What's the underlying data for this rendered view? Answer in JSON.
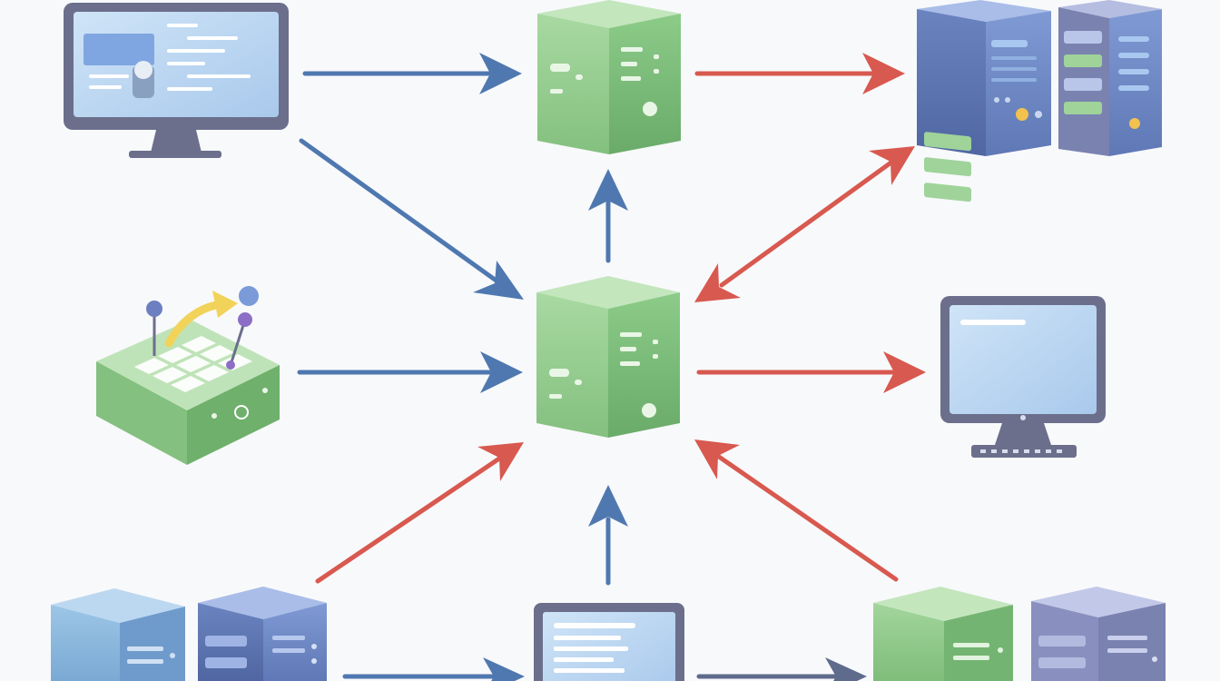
{
  "diagram": {
    "nodes": [
      {
        "id": "monitor-top-left",
        "kind": "monitor",
        "icon": "monitor-icon",
        "screen_style": "code"
      },
      {
        "id": "cube-top",
        "kind": "cube",
        "icon": "cube-server-icon"
      },
      {
        "id": "servers-top-right",
        "kind": "server-pair",
        "icon": "server-rack-icon"
      },
      {
        "id": "grid-board",
        "kind": "board",
        "icon": "grid-board-icon"
      },
      {
        "id": "cube-center",
        "kind": "cube",
        "icon": "cube-server-icon"
      },
      {
        "id": "monitor-right",
        "kind": "monitor",
        "icon": "monitor-icon",
        "screen_style": "plain"
      },
      {
        "id": "servers-bottom-left",
        "kind": "server-pair",
        "icon": "server-rack-icon"
      },
      {
        "id": "monitor-bottom-center",
        "kind": "monitor",
        "icon": "monitor-icon",
        "screen_style": "text"
      },
      {
        "id": "servers-bottom-right",
        "kind": "server-pair",
        "icon": "server-rack-icon"
      }
    ],
    "edges": [
      {
        "from": "monitor-top-left",
        "to": "cube-top",
        "color": "blue"
      },
      {
        "from": "cube-top",
        "to": "servers-top-right",
        "color": "red"
      },
      {
        "from": "monitor-top-left",
        "to": "cube-center",
        "color": "blue"
      },
      {
        "from": "cube-center",
        "to": "cube-top",
        "color": "blue"
      },
      {
        "from": "servers-top-right",
        "to": "cube-center",
        "color": "red",
        "bidirectional": true
      },
      {
        "from": "grid-board",
        "to": "cube-center",
        "color": "blue"
      },
      {
        "from": "cube-center",
        "to": "monitor-right",
        "color": "red"
      },
      {
        "from": "servers-bottom-left",
        "to": "cube-center",
        "color": "red"
      },
      {
        "from": "monitor-bottom-center",
        "to": "cube-center",
        "color": "blue"
      },
      {
        "from": "servers-bottom-right",
        "to": "cube-center",
        "color": "red"
      },
      {
        "from": "servers-bottom-left",
        "to": "monitor-bottom-center",
        "color": "blue"
      },
      {
        "from": "monitor-bottom-center",
        "to": "servers-bottom-right",
        "color": "slate"
      }
    ],
    "colors": {
      "blue_arrow": "#4f78b0",
      "red_arrow": "#d8594f",
      "slate_arrow": "#5f6b8c",
      "cube_front": "#8fc98a",
      "cube_side": "#77b676",
      "cube_top": "#bfe5b9",
      "monitor_bezel": "#6b6f8c",
      "monitor_screen": "#b9d6f2",
      "server_blue": "#6c86c4",
      "server_slate": "#7a82b0"
    }
  }
}
